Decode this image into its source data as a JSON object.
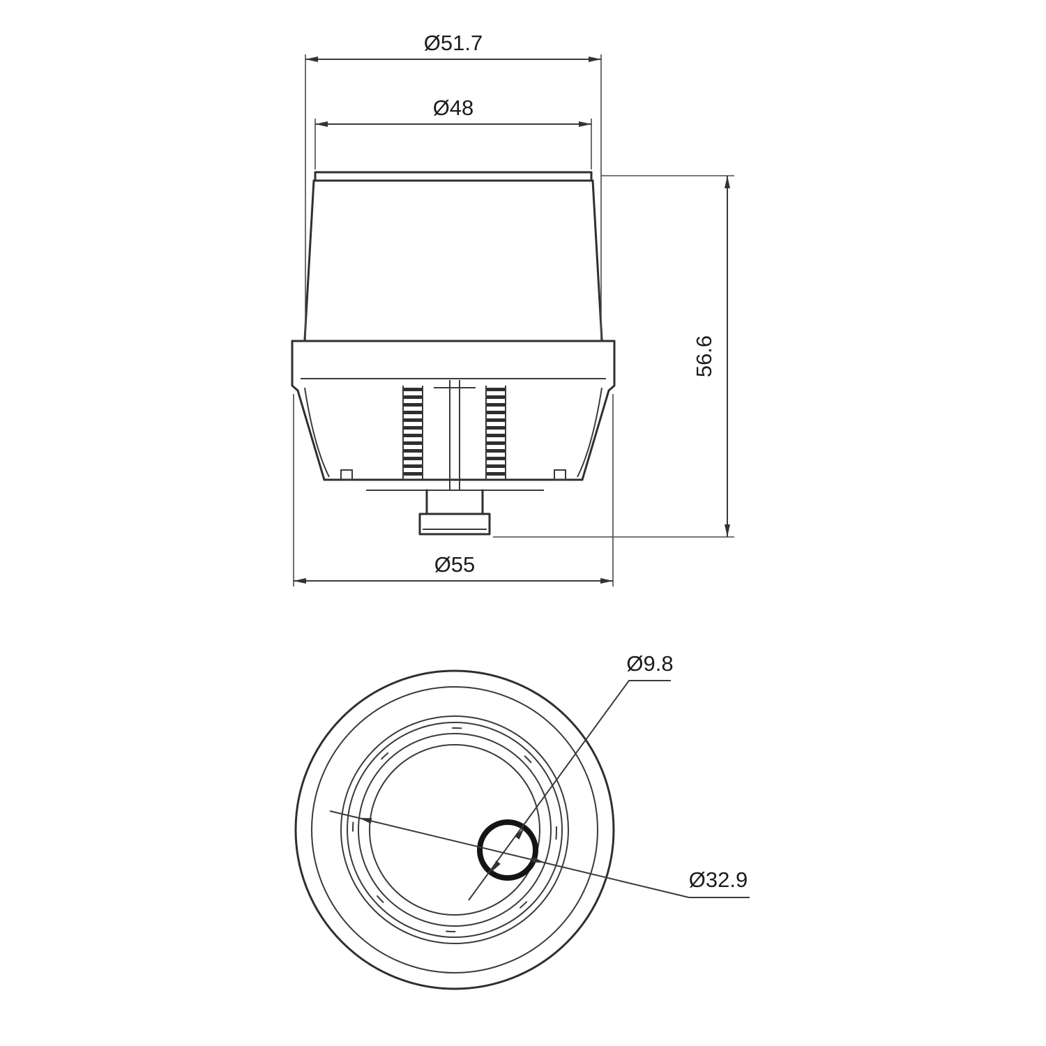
{
  "drawing": {
    "type": "technical-drawing",
    "background": "#ffffff",
    "line_color": "#2f2f2f",
    "dims": {
      "d51_7": "Ø51.7",
      "d48": "Ø48",
      "h56_6": "56.6",
      "d55": "Ø55",
      "d9_8": "Ø9.8",
      "d32_9": "Ø32.9"
    }
  }
}
